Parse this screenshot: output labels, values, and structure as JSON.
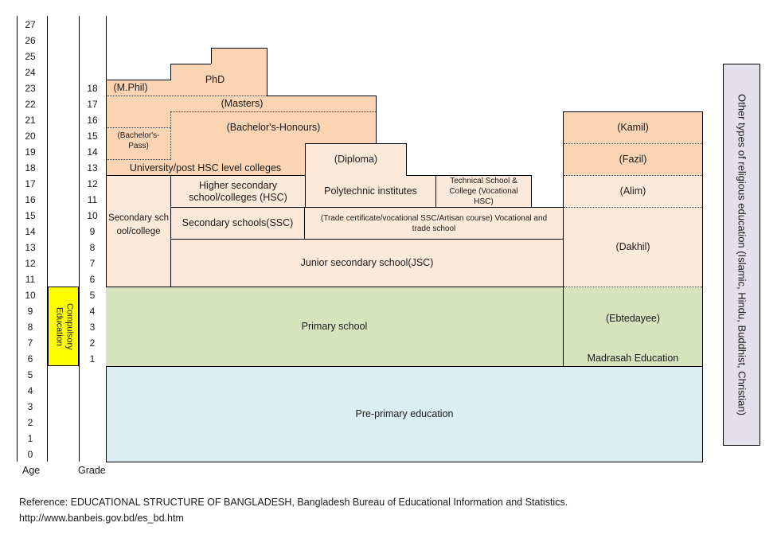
{
  "axis": {
    "age_label": "Age",
    "grade_label": "Grade",
    "ages": [
      "27",
      "26",
      "25",
      "24",
      "23",
      "22",
      "21",
      "20",
      "19",
      "18",
      "17",
      "16",
      "15",
      "14",
      "13",
      "12",
      "11",
      "10",
      "9",
      "8",
      "7",
      "6",
      "5",
      "4",
      "3",
      "2",
      "1",
      "0"
    ],
    "grades": [
      "18",
      "17",
      "16",
      "15",
      "14",
      "13",
      "12",
      "11",
      "10",
      "9",
      "8",
      "7",
      "6",
      "5",
      "4",
      "3",
      "2",
      "1"
    ]
  },
  "compulsory": "Compulsory Education",
  "blocks": {
    "mphil": "(M.Phil)",
    "phd": "PhD",
    "masters": "(Masters)",
    "bachelor_pass": "(Bachelor's-Pass)",
    "bachelor_honours": "(Bachelor's-Honours)",
    "university": "University/post HSC level colleges",
    "diploma": "(Diploma)",
    "polytechnic": "Polytechnic institutes",
    "technical": "Technical School & College (Vocational HSC)",
    "secondary_college": "Secondary school/college",
    "hsc": "Higher secondary school/colleges (HSC)",
    "ssc": "Secondary schools(SSC)",
    "trade": "(Trade certificate/vocational SSC/Artisan course) Vocational and trade school",
    "jsc": "Junior secondary school(JSC)",
    "primary": "Primary school",
    "preprimary": "Pre-primary education",
    "kamil": "(Kamil)",
    "fazil": "(Fazil)",
    "alim": "(Alim)",
    "dakhil": "(Dakhil)",
    "ebtedayee": "(Ebtedayee)",
    "madrasah": "Madrasah Education"
  },
  "religious": "Other types of religious education  (Islamic, Hindu, Buddhist, Christian)",
  "reference": {
    "line1": "Reference: EDUCATIONAL STRUCTURE OF BANGLADESH, Bangladesh Bureau of Educational Information and Statistics.",
    "line2": "http://www.banbeis.gov.bd/es_bd.htm"
  }
}
